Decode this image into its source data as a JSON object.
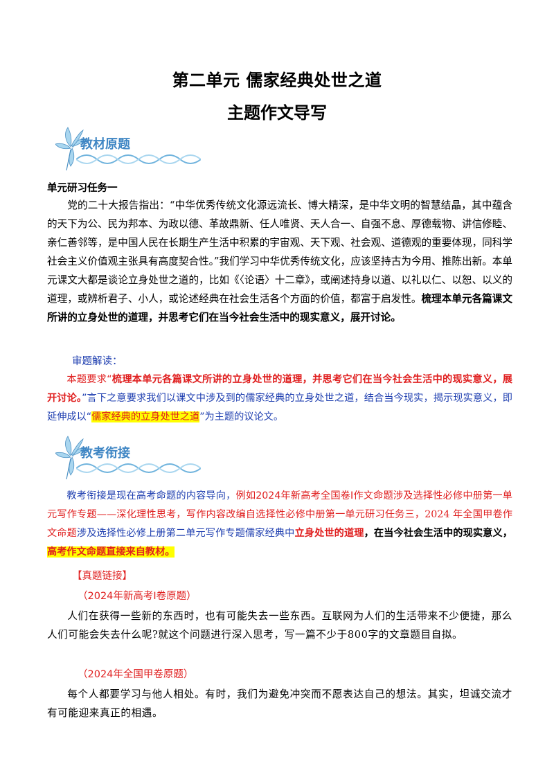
{
  "header": {
    "title": "第二单元  儒家经典处世之道",
    "subtitle": "主题作文导写"
  },
  "section1": {
    "heading": "教材原题",
    "task_title": "单元研习任务一",
    "body_plain": "党的二十大报告指出：“中华优秀传统文化源远流长、博大精深，是中华文明的智慧结晶，其中蕴含的天下为公、民为邦本、为政以德、革故鼎新、任人唯贤、天人合一、自强不息、厚德载物、讲信修睦、亲仁善邻等，是中国人民在长期生产生活中积累的宇宙观、天下观、社会观、道德观的重要体现，同科学社会主义价值观主张具有高度契合性。”我们学习中华优秀传统文化，应该坚持古为今用、推陈出新。本单元课文大都是谈论立身处世之道的，比如《〈论语〉十二章》，或阐述持身以道、以礼以仁、以恕、以义的道理，或辨析君子、小人，或论述经典在社会生活各个方面的价值，都富于启发性。",
    "body_bold": "梳理本单元各篇课文所讲的立身处世的道理，并思考它们在当今社会生活中的现实意义，展开讨论。",
    "analysis_label": "审题解读：",
    "analysis_1": "本题要求“",
    "analysis_2_bold_red": "梳理本单元各篇课文所讲的立身处世的道理，并思考它们在当今社会生活中的现实意义，展开讨论。",
    "analysis_3": "”言下之意要求我们以课文中涉及到的儒家经典的立身处世之道，结合当今现实，揭示现实意义，即延伸成以“",
    "analysis_4_highlight": "儒家经典的立身处世之道",
    "analysis_5": "”为主题的议论文。"
  },
  "section2": {
    "heading": "教考衔接",
    "p1": "教考衔接是现在高考命题的内容导向，",
    "p2_red": "例如2024年新高考全国卷Ⅰ作文命题涉及选择性必修中册第一单元写作专题——深化理性思考，写作内容改编自选择性必修中册第一单元研习任务三，",
    "p3_red_serif": "2024 年全国甲卷作文命题",
    "p4": "涉及选择性必修上册第二单元写作专题儒家经典中",
    "p5_red_bold": "立身处世的道理",
    "p6_bold": "，在当今社会生活中的现实意义，",
    "p7_highlight": "高考作文命题直接来自教材。",
    "link_label": "【真题链接】",
    "q1_label": "（2024年新高考Ⅰ卷原题）",
    "q1_body": "人们在获得一些新的东西时，也有可能失去一些东西。互联网为人们的生活带来不少便捷，那么人们可能会失去什么呢?就这个问题进行深入思考，写一篇不少于800字的文章题目自拟。",
    "q2_label": "（2024年全国甲卷原题）",
    "q2_body": "每个人都要学习与他人相处。有时，我们为避免冲突而不愿表达自己的想法。其实，坦诚交流才有可能迎来真正的相遇。"
  },
  "colors": {
    "accent_blue": "#3f86c4",
    "red": "#e02020",
    "blue_text": "#1f3fb0",
    "highlight": "#ffff00"
  },
  "icons": [
    "lily-flower-icon",
    "dna-chain-icon"
  ]
}
